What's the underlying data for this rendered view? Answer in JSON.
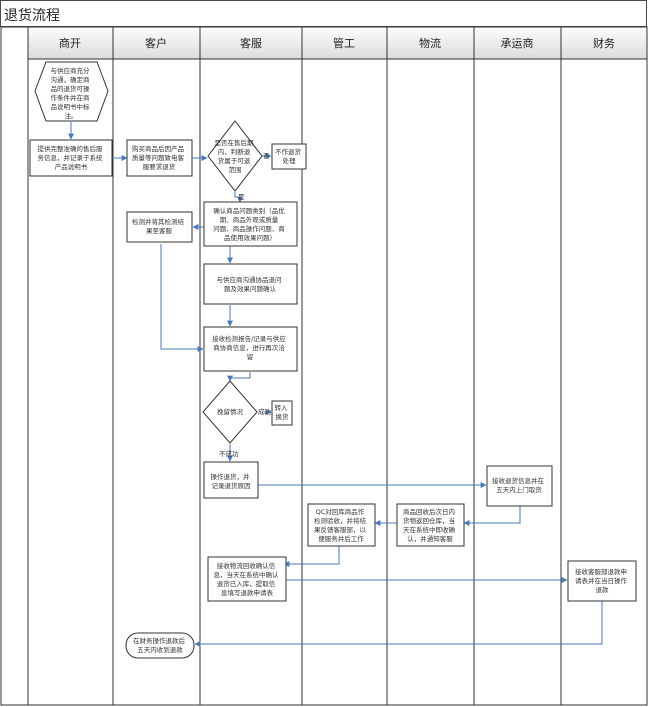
{
  "title": "退货流程",
  "lanes": [
    "商开",
    "客户",
    "客服",
    "管工",
    "物流",
    "承运商",
    "财务"
  ],
  "nodes": {
    "n1": [
      "与供应商充分",
      "沟通，确定商",
      "品的退货可操",
      "作条件并在商",
      "品说明书中标",
      "注。"
    ],
    "n2": [
      "提供完整准确的售后服",
      "务信息，并记录于系统",
      "产品说明书"
    ],
    "n3": [
      "购买商品后因产品",
      "质量等问题致电客",
      "服要求退货"
    ],
    "n4": [
      "是否在售后期",
      "内，判断退",
      "货属于可退",
      "范围"
    ],
    "n5": [
      "不作退货",
      "处理"
    ],
    "n6": [
      "确认商品问题类别（品优",
      "期、商品外观或质量",
      "问题、商品操作问题、商",
      "品使用效果问题）"
    ],
    "n7": [
      "检测并将其检测结",
      "果至客服"
    ],
    "n8": [
      "与供应商沟通协品退问",
      "题及效果问题确认"
    ],
    "n9": [
      "接收检测报告/记录与供应",
      "商协商信息，进行再次洽",
      "留"
    ],
    "n10": [
      "挽留情况"
    ],
    "n11": [
      "转入",
      "换货"
    ],
    "n12": [
      "操作退货，并",
      "记录退货原因"
    ],
    "n13": [
      "接收退货信息并在",
      "五天内上门取货"
    ],
    "n14": [
      "商品回收后次日内",
      "货物返回仓库，当",
      "天在系统中即收确",
      "认，并通知客服"
    ],
    "n15": [
      "QC对回库商品作",
      "检测验收，并将结",
      "果反馈客服部，以",
      "便服务并后工作"
    ],
    "n16": [
      "接收物流回收确认信",
      "息，当天在系统中确认",
      "退货已入库，提取信",
      "息填写退款申请表"
    ],
    "n17": [
      "接收客服部退款申",
      "请表并在当日操作",
      "退款"
    ],
    "n18": [
      "在财务操作退款后",
      "五天内收到退款"
    ]
  },
  "edge_labels": {
    "no": "否",
    "yes": "是",
    "success": "成功",
    "fail": "不成功"
  }
}
